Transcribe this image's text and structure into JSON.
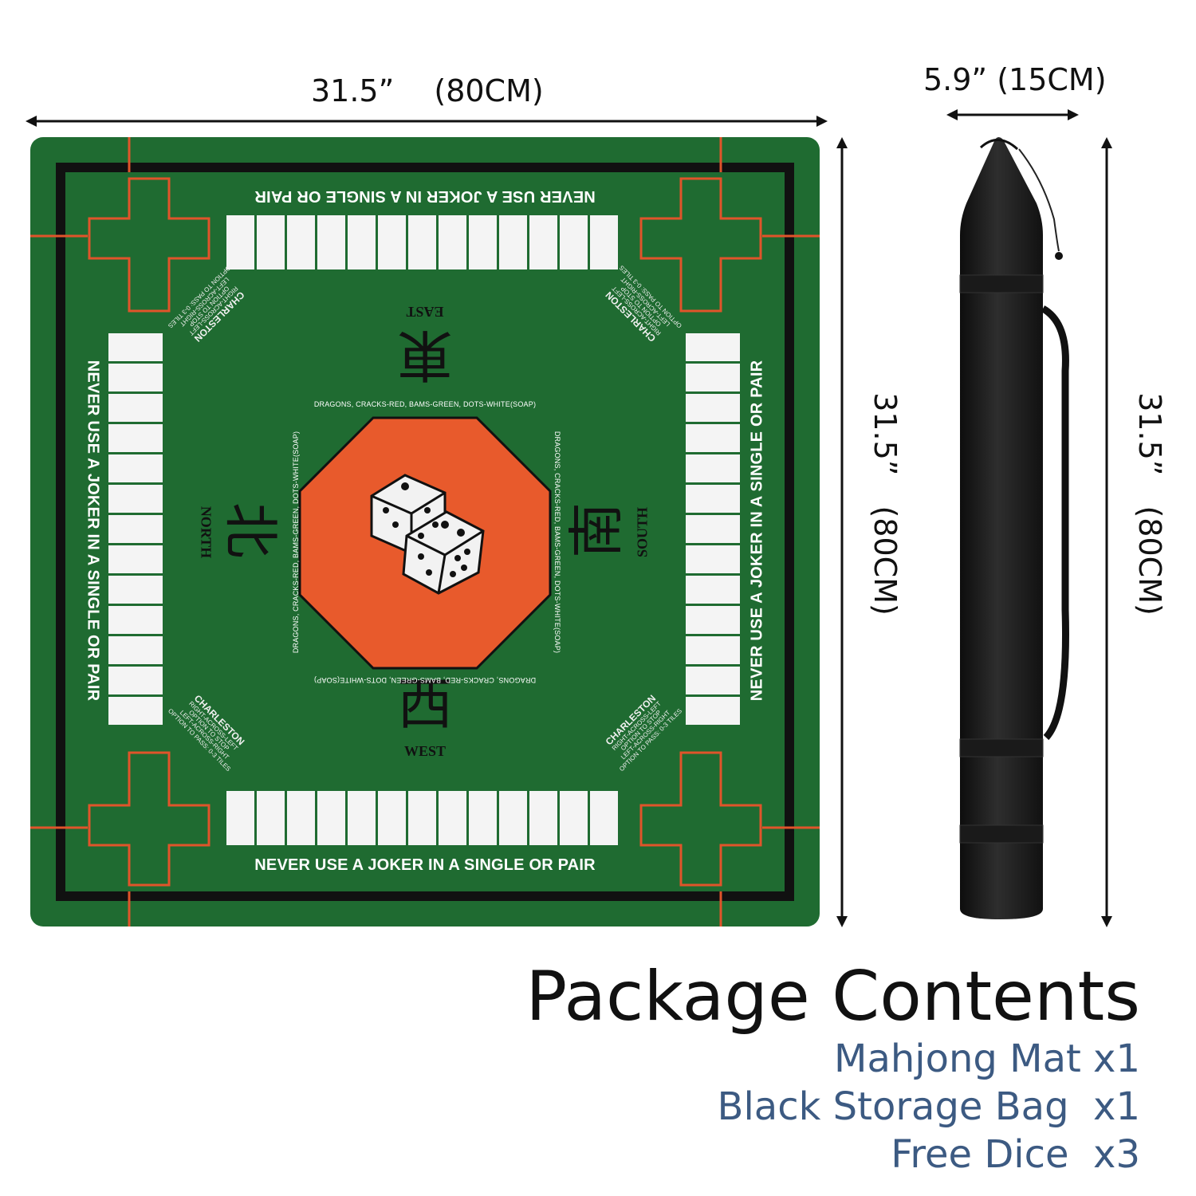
{
  "dimensions": {
    "mat_width": "31.5”  (80CM)",
    "mat_height": "31.5” (80CM)",
    "bag_diameter": "5.9” (15CM)",
    "bag_length": "31.5” (80CM)"
  },
  "mat": {
    "rule_text": "NEVER USE A JOKER IN A SINGLE OR PAIR",
    "winds": {
      "east": {
        "char": "東",
        "name": "EAST"
      },
      "south": {
        "char": "南",
        "name": "SOUTH"
      },
      "west": {
        "char": "西",
        "name": "WEST"
      },
      "north": {
        "char": "北",
        "name": "NORTH"
      }
    },
    "ring_text": "DRAGONS, CRACKS-RED, BAMS-GREEN, DOTS-WHITE(SOAP)",
    "charleston": {
      "title": "CHARLESTON",
      "lines": [
        "RIGHT-ACROSS-LEFT",
        "OPTION TO STOP",
        "LEFT-ACROSS-RIGHT",
        "OPTION TO PASS: 0-3 TILES"
      ]
    },
    "colors": {
      "felt": "#1f6b31",
      "accent": "#e0542a",
      "tile": "#f4f4f4",
      "border": "#111111"
    }
  },
  "package": {
    "title": "Package Contents",
    "items": [
      "Mahjong Mat x1",
      "Black Storage Bag  x1",
      "Free Dice  x3"
    ],
    "item_color": "#3c5a82"
  }
}
